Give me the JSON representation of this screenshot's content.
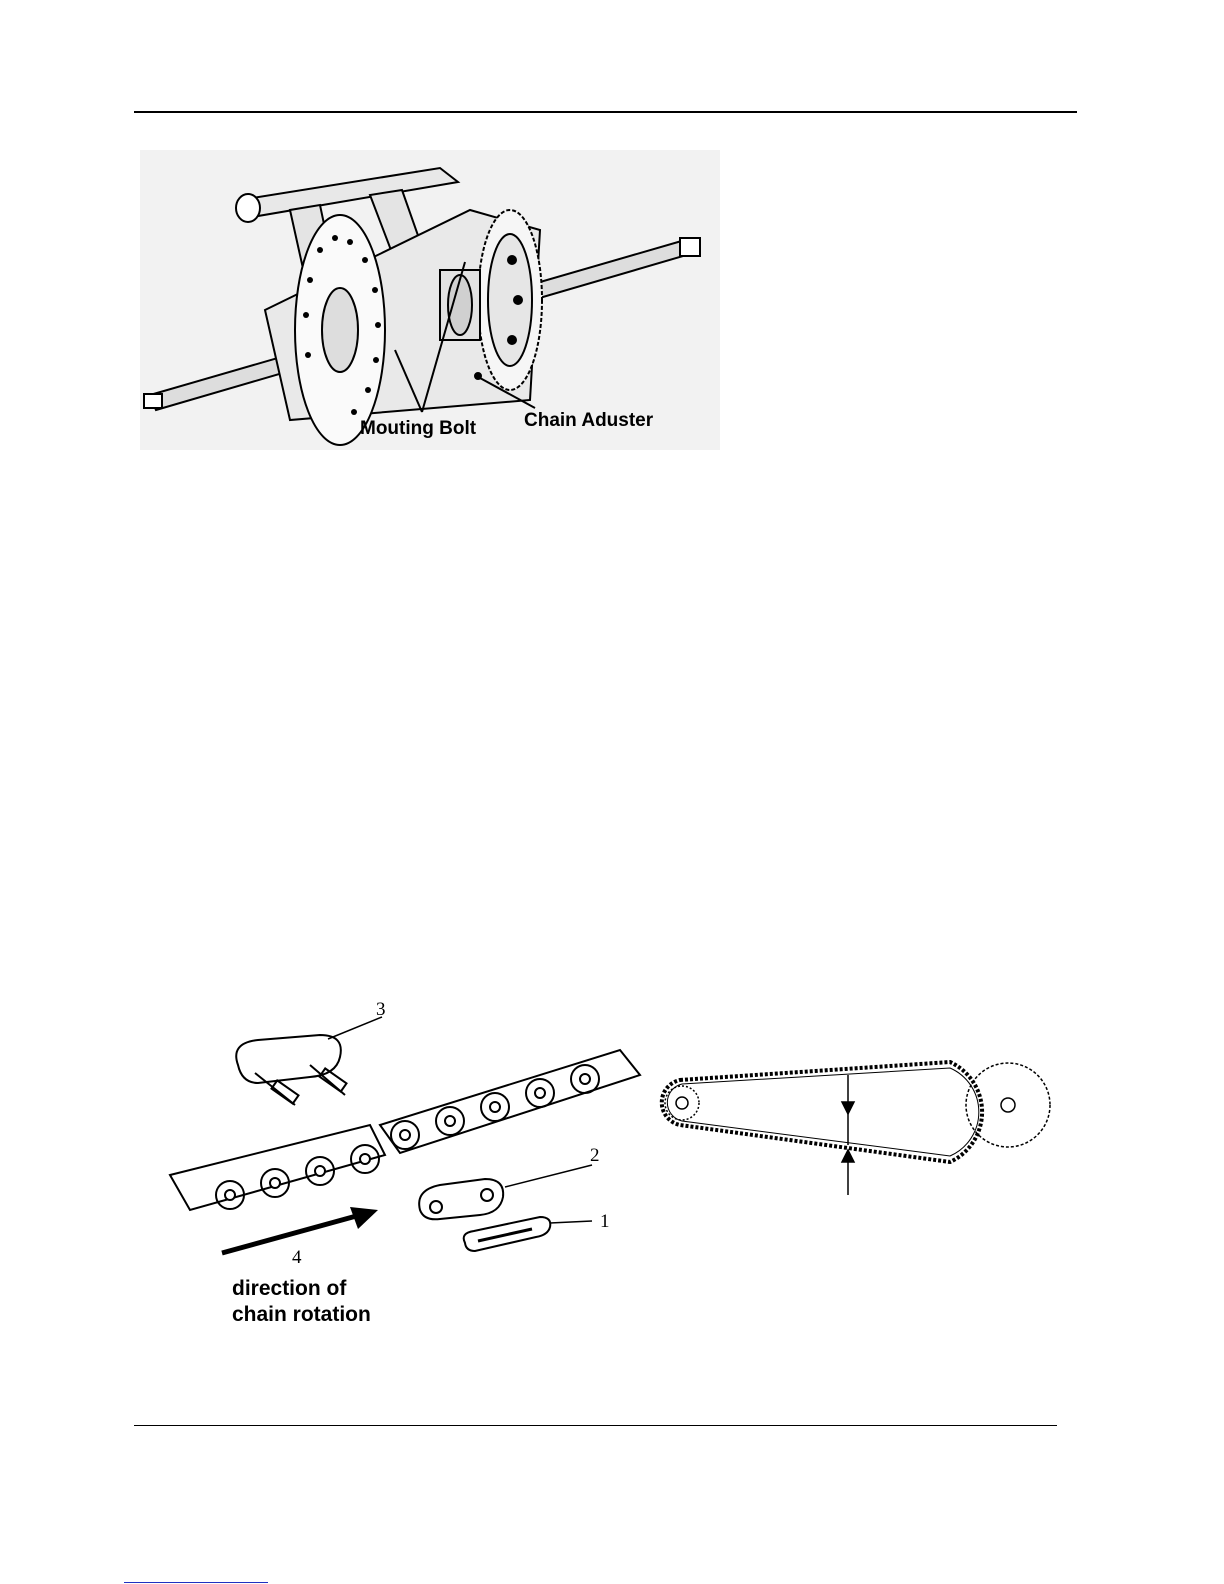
{
  "figure_axle": {
    "label_mounting_bolt": "Mouting Bolt",
    "label_chain_adjuster": "Chain Aduster"
  },
  "figure_chain_link": {
    "callout_1": "1",
    "callout_2": "2",
    "callout_3": "3",
    "callout_4": "4",
    "direction_line1": "direction of",
    "direction_line2": "chain rotation"
  }
}
